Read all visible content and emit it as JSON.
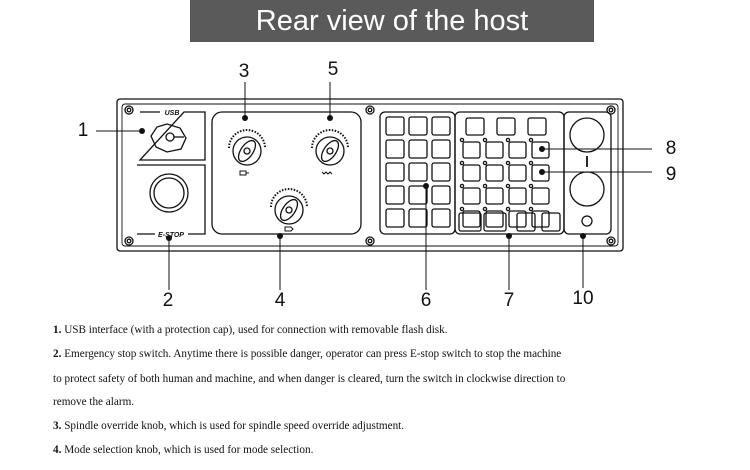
{
  "title": "Rear view of the host",
  "panel_labels": {
    "usb": "USB",
    "estop": "E-STOP"
  },
  "callouts": [
    "1",
    "2",
    "3",
    "4",
    "5",
    "6",
    "7",
    "8",
    "9",
    "10"
  ],
  "descriptions": [
    {
      "num": "1.",
      "text": " USB interface (with a protection cap), used for connection with removable flash disk."
    },
    {
      "num": "2.",
      "text": " Emergency stop switch. Anytime there is possible danger, operator can press E-stop switch to stop the machine"
    },
    {
      "num": "",
      "text": "to protect safety of both human and machine, and when danger is cleared, turn the switch in clockwise direction to"
    },
    {
      "num": "",
      "text": "remove the alarm."
    },
    {
      "num": "3.",
      "text": " Spindle override knob, which is used for spindle speed override adjustment."
    },
    {
      "num": "4.",
      "text": " Mode selection knob, which is used for mode selection."
    }
  ]
}
